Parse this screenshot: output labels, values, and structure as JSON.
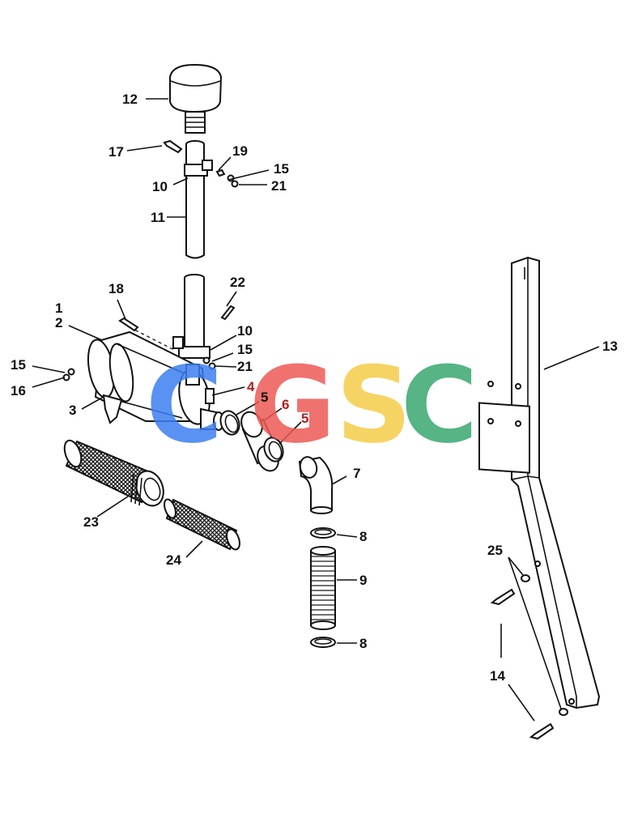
{
  "watermark": {
    "letters": [
      "C",
      "G",
      "S",
      "C"
    ],
    "colors": [
      "#3d7ff0",
      "#ee5a55",
      "#f5cd4a",
      "#39a870"
    ]
  },
  "callouts": {
    "c1": "1",
    "c2": "2",
    "c3": "3",
    "c4": "4",
    "c5a": "5",
    "c5b": "5",
    "c6": "6",
    "c7": "7",
    "c8a": "8",
    "c8b": "8",
    "c9": "9",
    "c10a": "10",
    "c10b": "10",
    "c11": "11",
    "c12": "12",
    "c13": "13",
    "c14": "14",
    "c15a": "15",
    "c15b": "15",
    "c15c": "15",
    "c16": "16",
    "c17": "17",
    "c18": "18",
    "c19": "19",
    "c21a": "21",
    "c21b": "21",
    "c22": "22",
    "c23": "23",
    "c24": "24",
    "c25": "25"
  }
}
